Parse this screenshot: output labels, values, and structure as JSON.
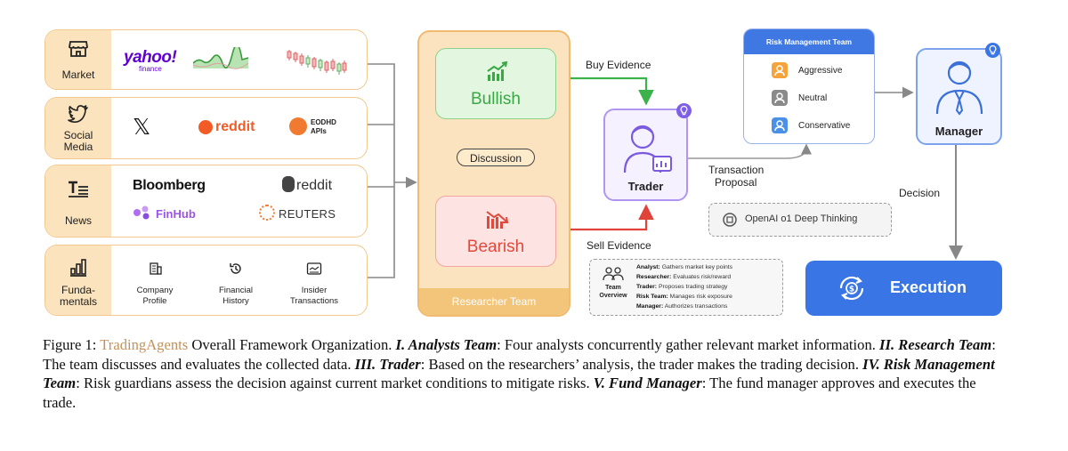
{
  "analysts": {
    "market": {
      "label": "Market",
      "source": "yahoo!",
      "source_sub": "finance"
    },
    "social": {
      "label_1": "Social",
      "label_2": "Media",
      "x_logo": "𝕏",
      "reddit": "reddit",
      "eodhd_1": "EODHD",
      "eodhd_2": "APIs"
    },
    "news": {
      "label": "News",
      "bloomberg": "Bloomberg",
      "reddit": "reddit",
      "finhub": "FinHub",
      "reuters": "REUTERS"
    },
    "fundamentals": {
      "label_1": "Funda-",
      "label_2": "mentals",
      "company_1": "Company",
      "company_2": "Profile",
      "financial_1": "Financial",
      "financial_2": "History",
      "insider_1": "Insider",
      "insider_2": "Transactions"
    }
  },
  "researcher": {
    "bullish": "Bullish",
    "bearish": "Bearish",
    "discussion": "Discussion",
    "team": "Researcher Team"
  },
  "flows": {
    "buy": "Buy Evidence",
    "sell": "Sell Evidence",
    "transaction_1": "Transaction",
    "transaction_2": "Proposal",
    "decision": "Decision"
  },
  "trader": {
    "label": "Trader"
  },
  "risk": {
    "title": "Risk Management Team",
    "aggressive": "Aggressive",
    "neutral": "Neutral",
    "conservative": "Conservative"
  },
  "manager": {
    "label": "Manager"
  },
  "execution": {
    "label": "Execution"
  },
  "openai": {
    "label": "OpenAI o1 Deep Thinking"
  },
  "overview": {
    "title_1": "Team",
    "title_2": "Overview",
    "rows": [
      {
        "role": "Analyst:",
        "desc": "Gathers market key points"
      },
      {
        "role": "Researcher:",
        "desc": "Evaluates risk/reward"
      },
      {
        "role": "Trader:",
        "desc": "Proposes trading strategy"
      },
      {
        "role": "Risk Team:",
        "desc": "Manages risk exposure"
      },
      {
        "role": "Manager:",
        "desc": "Authorizes transactions"
      }
    ]
  },
  "caption": {
    "fig": "Figure 1:",
    "brand": "TradingAgents",
    "s0": " Overall Framework Organization. ",
    "i1": "I. Analysts Team",
    "s1": ": Four analysts concurrently gather relevant market information. ",
    "i2": "II. Research Team",
    "s2": ": The team discusses and evaluates the collected data. ",
    "i3": "III. Trader",
    "s3": ": Based on the researchers’ analysis, the trader makes the trading decision. ",
    "i4": "IV. Risk Management Team",
    "s4": ": Risk guardians assess the decision against current market conditions to mitigate risks. ",
    "i5": "V. Fund Manager",
    "s5": ": The fund manager approves and executes the trade."
  },
  "colors": {
    "analyst_border": "#f1c98d",
    "researcher": "#fbe3c0",
    "bull": "#3aa846",
    "bear": "#e04a3e",
    "risk_blue": "#3f78e3",
    "trader_purple": "#b196f1",
    "caption_brand": "#c3925a"
  }
}
